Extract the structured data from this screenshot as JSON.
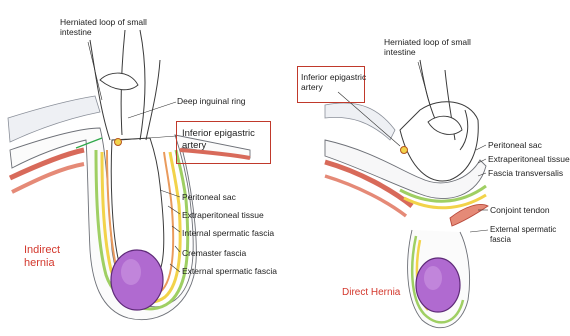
{
  "left_panel": {
    "labels": {
      "herniated_loop": "Herniated loop of small\nintestine",
      "deep_ring": "Deep inguinal ring",
      "inferior_epigastric": "Inferior epigastric\nartery",
      "peritoneal_sac": "Peritoneal sac",
      "extraperitoneal": "Extraperitoneal tissue",
      "internal_spermatic": "Internal spermatic fascia",
      "cremaster": "Cremaster fascia",
      "external_spermatic": "External spermatic fascia"
    },
    "caption": "Indirect\nhernia"
  },
  "right_panel": {
    "labels": {
      "herniated_loop": "Herniated loop of small\nintestine",
      "inferior_epigastric": "Inferior epigastric\nartery",
      "peritoneal_sac": "Peritoneal sac",
      "extraperitoneal": "Extraperitoneal tissue",
      "fascia_transversalis": "Fascia transversalis",
      "conjoint_tendon": "Conjoint tendon",
      "external_spermatic": "External spermatic fascia"
    },
    "caption": "Direct Hernia"
  },
  "colors": {
    "annotation_box": "#c0392b",
    "caption_red": "#d3382d",
    "testis": "#b06ad0",
    "muscle": "#d86a5a",
    "fascia_yellow": "#f2d34a",
    "fascia_green": "#9fcf63"
  }
}
